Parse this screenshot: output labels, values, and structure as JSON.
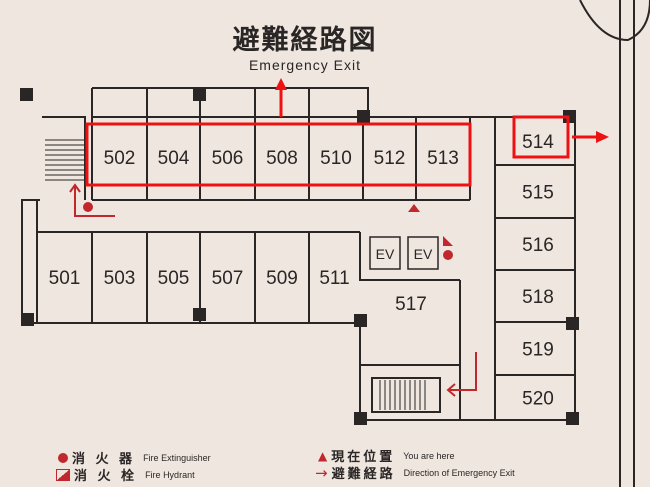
{
  "header": {
    "title": "避難経路図",
    "subtitle": "Emergency Exit"
  },
  "rooms_top": [
    "502",
    "504",
    "506",
    "508",
    "510",
    "512",
    "513"
  ],
  "rooms_bottom": [
    "501",
    "503",
    "505",
    "507",
    "509",
    "511"
  ],
  "rooms_right": [
    "514",
    "515",
    "516",
    "518",
    "519",
    "520"
  ],
  "room_center": "517",
  "elevators": [
    "EV",
    "EV"
  ],
  "highlights": {
    "color": "#ee1111",
    "highlighted_rooms": [
      "502",
      "504",
      "506",
      "508",
      "510",
      "512",
      "513",
      "514"
    ]
  },
  "map_colors": {
    "wall": "#2a2626",
    "symbol": "#c0282d"
  },
  "legend": [
    {
      "icon": "red-circle",
      "jp": "消 火 器",
      "en": "Fire Extinguisher"
    },
    {
      "icon": "fire-hydrant-triangle",
      "jp": "消 火 栓",
      "en": "Fire Hydrant"
    },
    {
      "icon": "red-triangle",
      "jp": "現在位置",
      "en": "You are here"
    },
    {
      "icon": "red-arrow",
      "jp": "避難経路",
      "en": "Direction of Emergency Exit"
    }
  ]
}
